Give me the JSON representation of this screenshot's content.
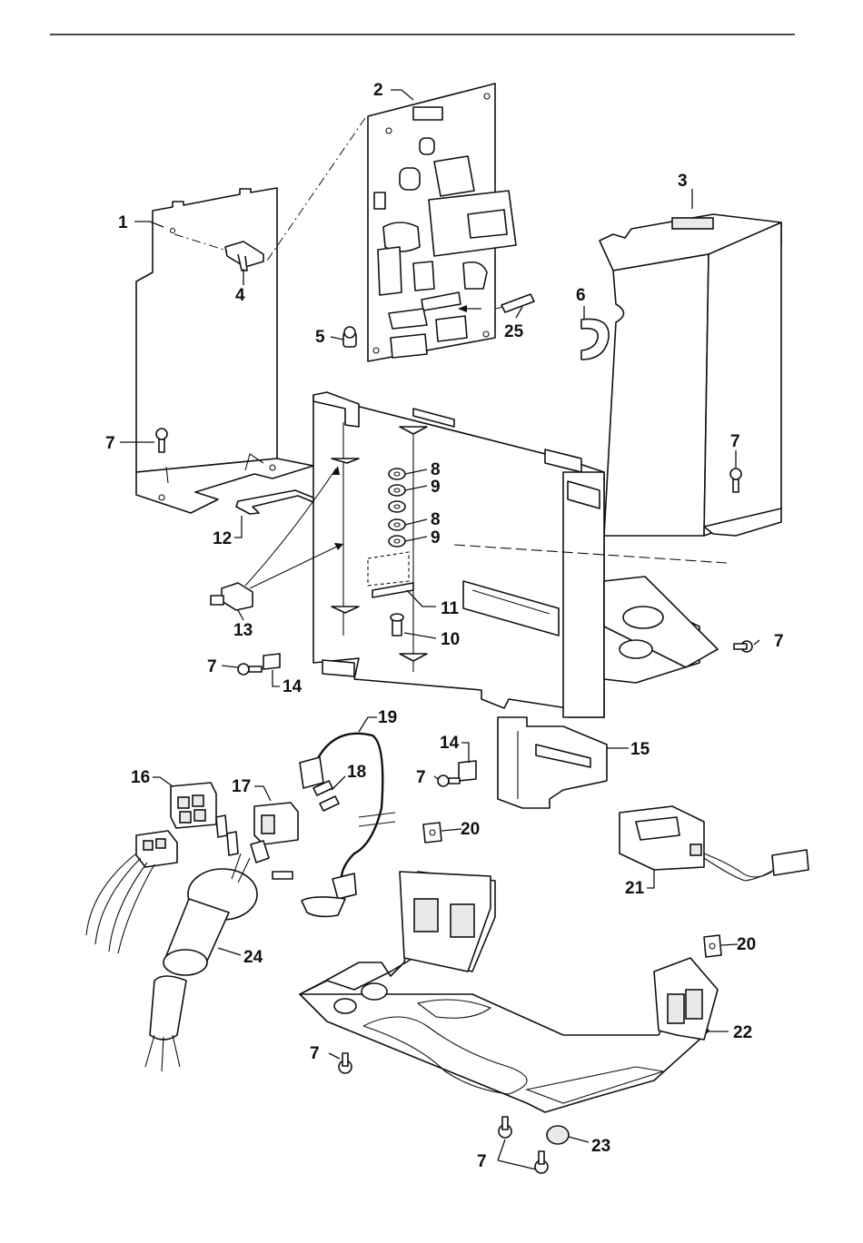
{
  "diagram": {
    "callouts": [
      {
        "id": "c1",
        "label": "1"
      },
      {
        "id": "c2",
        "label": "2"
      },
      {
        "id": "c3",
        "label": "3"
      },
      {
        "id": "c4",
        "label": "4"
      },
      {
        "id": "c5",
        "label": "5"
      },
      {
        "id": "c6",
        "label": "6"
      },
      {
        "id": "c7a",
        "label": "7"
      },
      {
        "id": "c7b",
        "label": "7"
      },
      {
        "id": "c7c",
        "label": "7"
      },
      {
        "id": "c7d",
        "label": "7"
      },
      {
        "id": "c7e",
        "label": "7"
      },
      {
        "id": "c7f",
        "label": "7"
      },
      {
        "id": "c7g",
        "label": "7"
      },
      {
        "id": "c8a",
        "label": "8"
      },
      {
        "id": "c9a",
        "label": "9"
      },
      {
        "id": "c8b",
        "label": "8"
      },
      {
        "id": "c9b",
        "label": "9"
      },
      {
        "id": "c10",
        "label": "10"
      },
      {
        "id": "c11",
        "label": "11"
      },
      {
        "id": "c12",
        "label": "12"
      },
      {
        "id": "c13",
        "label": "13"
      },
      {
        "id": "c14a",
        "label": "14"
      },
      {
        "id": "c14b",
        "label": "14"
      },
      {
        "id": "c15",
        "label": "15"
      },
      {
        "id": "c16",
        "label": "16"
      },
      {
        "id": "c17",
        "label": "17"
      },
      {
        "id": "c18",
        "label": "18"
      },
      {
        "id": "c19",
        "label": "19"
      },
      {
        "id": "c20a",
        "label": "20"
      },
      {
        "id": "c20b",
        "label": "20"
      },
      {
        "id": "c21",
        "label": "21"
      },
      {
        "id": "c22",
        "label": "22"
      },
      {
        "id": "c23",
        "label": "23"
      },
      {
        "id": "c24",
        "label": "24"
      },
      {
        "id": "c25",
        "label": "25"
      }
    ]
  }
}
